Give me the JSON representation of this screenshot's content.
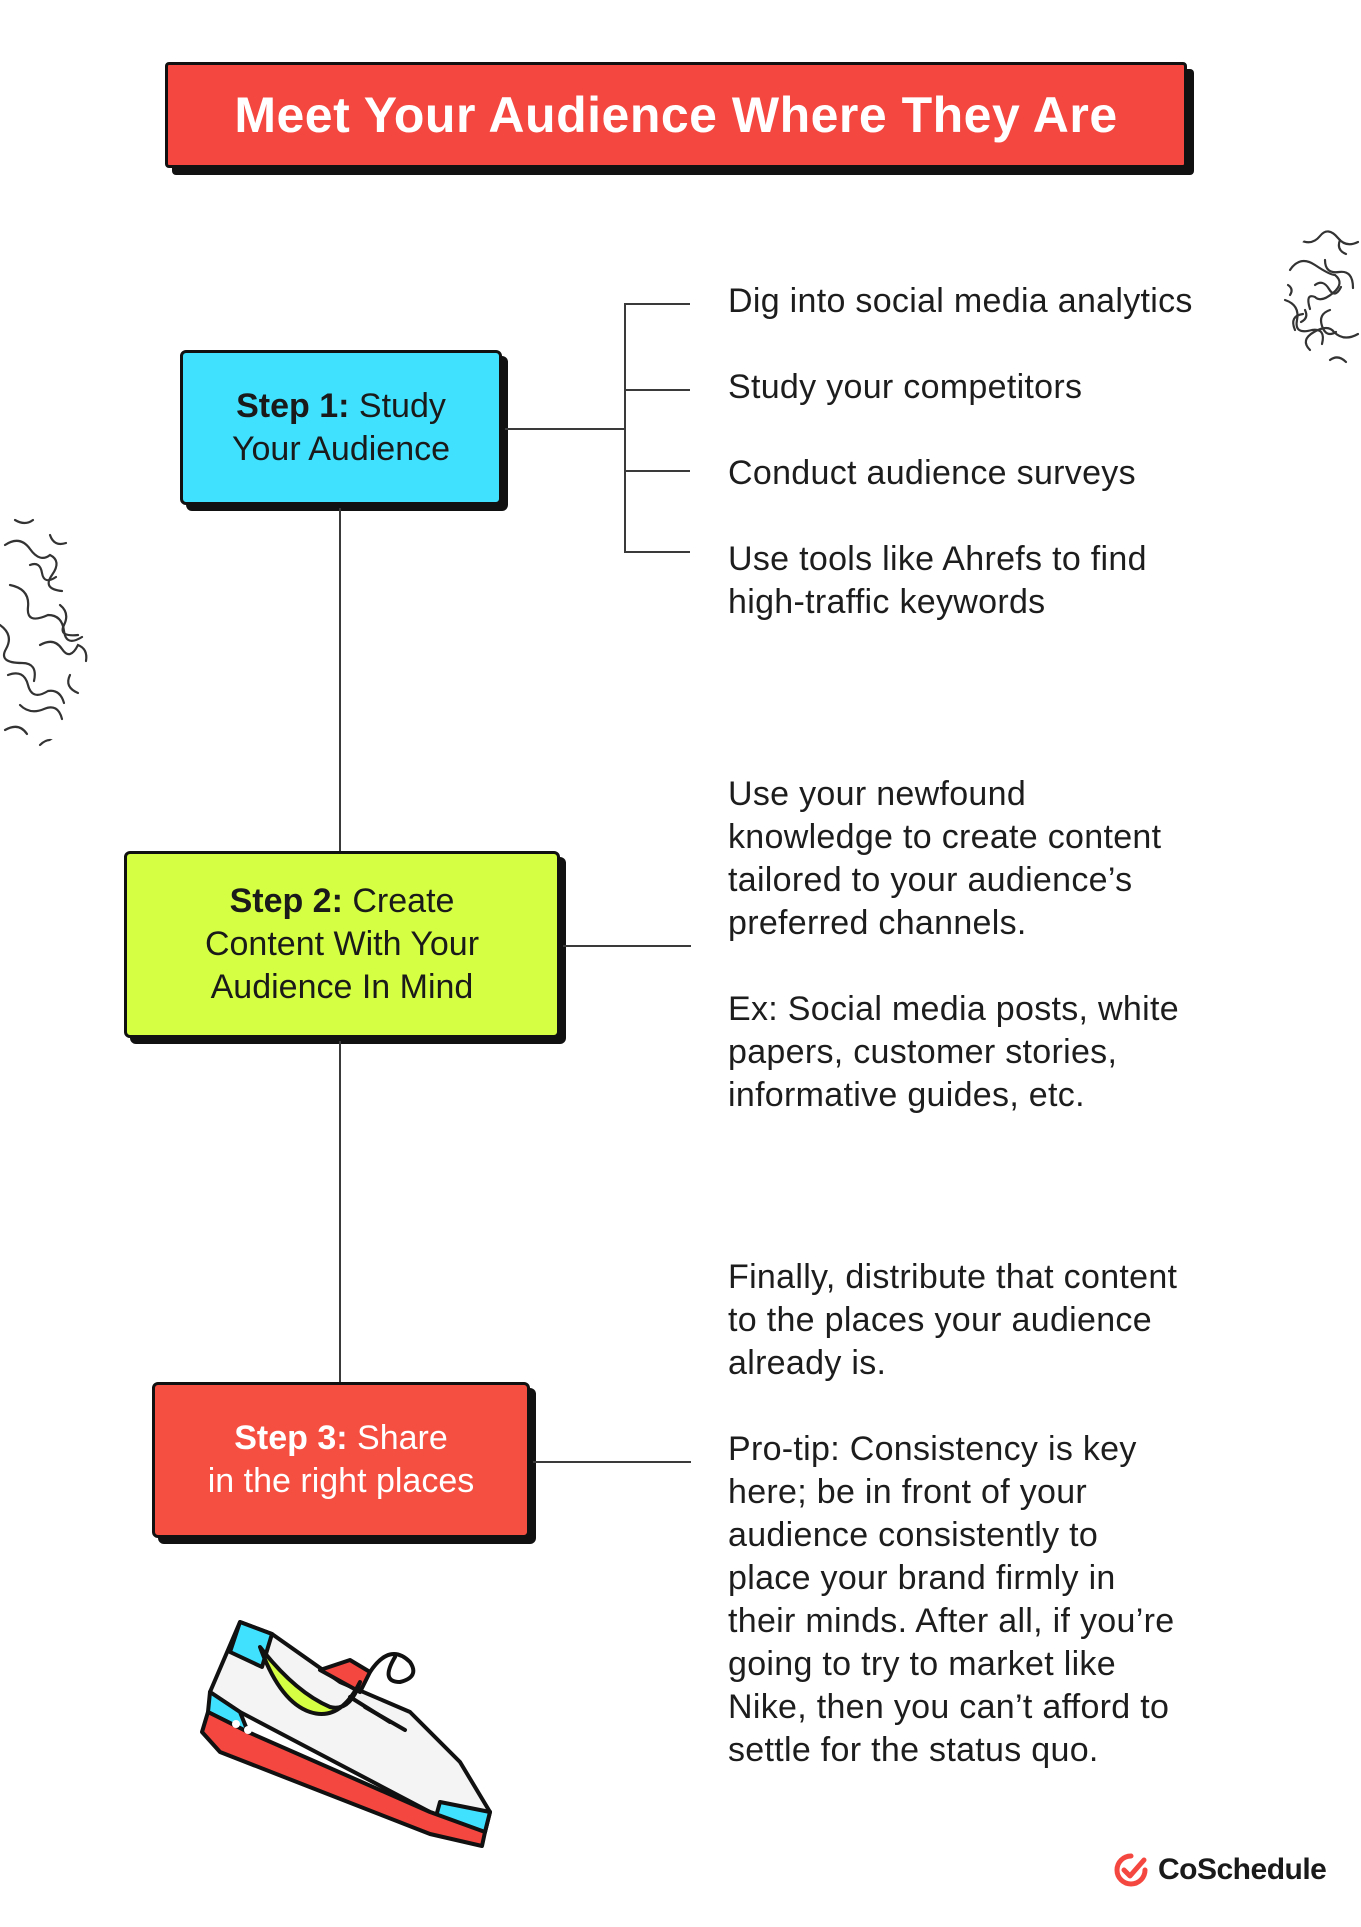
{
  "title": "Meet Your Audience Where They Are",
  "steps": [
    {
      "label": "Step 1:",
      "title_line1": "Study",
      "title_line2": "Your Audience",
      "color": "#40e1ff"
    },
    {
      "label": "Step 2:",
      "title_line1": "Create",
      "title_line2": "Content With Your",
      "title_line3": "Audience In Mind",
      "color": "#d5ff42"
    },
    {
      "label": "Step 3:",
      "title_line1": "Share",
      "title_line2": "in the right places",
      "color": "#f54f42"
    }
  ],
  "step1_items": [
    "Dig into social media analytics",
    "Study your competitors",
    "Conduct audience surveys",
    "Use tools like Ahrefs to find",
    "high-traffic keywords"
  ],
  "step2_text": {
    "p1": [
      "Use your newfound",
      "knowledge to create content",
      "tailored to your audience’s",
      "preferred channels."
    ],
    "p2": [
      "Ex: Social media posts, white",
      "papers, customer stories,",
      "informative guides, etc."
    ]
  },
  "step3_text": {
    "p1": [
      "Finally, distribute that content",
      "to the places your audience",
      "already is."
    ],
    "p2": [
      "Pro-tip: Consistency is key",
      "here; be in front of your",
      "audience consistently to",
      "place your brand firmly in",
      "their minds. After all, if you’re",
      "going to try to market like",
      "Nike, then you can’t afford to",
      "settle for the status quo."
    ]
  },
  "logo": {
    "name": "CoSchedule",
    "color": "#f4473f"
  },
  "icons": [
    "sneaker-illustration",
    "maze-pattern-decoration",
    "coschedule-check-icon"
  ]
}
